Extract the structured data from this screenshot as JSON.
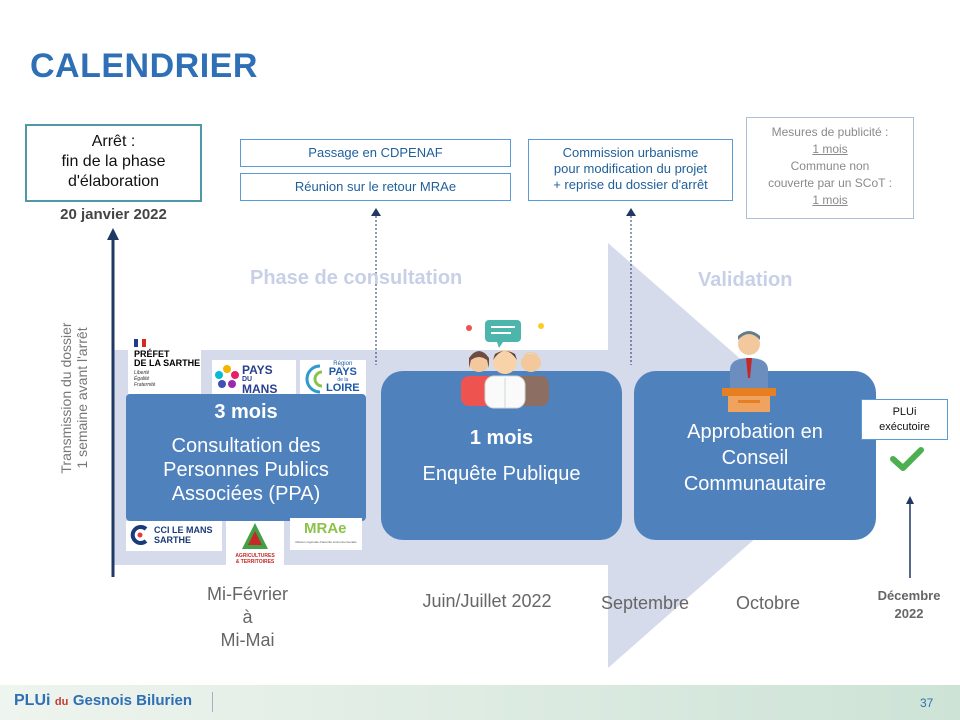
{
  "title": "CALENDRIER",
  "arret": {
    "line1": "Arrêt :",
    "line2": "fin de la phase",
    "line3": "d'élaboration",
    "date": "20 janvier 2022"
  },
  "side_text": {
    "line1": "Transmission du dossier",
    "line2": "1 semaine avant l'arrêt"
  },
  "boxes": {
    "cdpenaf": "Passage en CDPENAF",
    "mrae": "Réunion sur le retour MRAe",
    "commission": {
      "line1": "Commission urbanisme",
      "line2": "pour modification du projet",
      "line3": "+ reprise du dossier d'arrêt"
    },
    "publicite": {
      "line1": "Mesures de publicité :",
      "line2": "1 mois",
      "line3": "Commune non",
      "line4": "couverte par un SCoT :",
      "line5": "1 mois"
    }
  },
  "phases": {
    "consultation": "Phase de consultation",
    "validation": "Validation"
  },
  "stages": [
    {
      "duration": "3 mois",
      "line1": "Consultation des",
      "line2": "Personnes Publics",
      "line3": "Associées (PPA)"
    },
    {
      "duration": "1 mois",
      "line1": "Enquête Publique"
    },
    {
      "line1": "Approbation en",
      "line2": "Conseil",
      "line3": "Communautaire"
    }
  ],
  "plui": {
    "line1": "PLUi",
    "line2": "exécutoire"
  },
  "dates": {
    "mif1": "Mi-Février",
    "mif2": "à",
    "mif3": "Mi-Mai",
    "juin": "Juin/Juillet 2022",
    "sept": "Septembre",
    "oct": "Octobre",
    "dec1": "Décembre",
    "dec2": "2022"
  },
  "logos": {
    "prefet": {
      "line1": "PRÉFET",
      "line2": "DE LA SARTHE",
      "line3": "Liberté",
      "line4": "Égalité",
      "line5": "Fraternité"
    },
    "pays_mans": {
      "line1": "PAYS",
      "line2": "DU",
      "line3": "MANS"
    },
    "region": {
      "line1": "Région",
      "line2": "PAYS",
      "line3": "de la",
      "line4": "LOIRE"
    },
    "cci": {
      "line1": "CCI LE MANS",
      "line2": "SARTHE"
    },
    "agri": {
      "line1": "AGRICULTURES",
      "line2": "& TERRITOIRES"
    },
    "mrae": {
      "line1": "MRAe",
      "line2": "Mission régionale d'autorité environnementale"
    }
  },
  "footer": {
    "brand_a": "PLUi",
    "brand_b": "du",
    "brand_c": "Gesnois Bilurien",
    "page": "37"
  },
  "colors": {
    "title": "#2e6fb6",
    "stage": "#4f81bd",
    "arrow": "#d3d9e9",
    "timeline": "#1f3864",
    "check": "#4caf50"
  }
}
